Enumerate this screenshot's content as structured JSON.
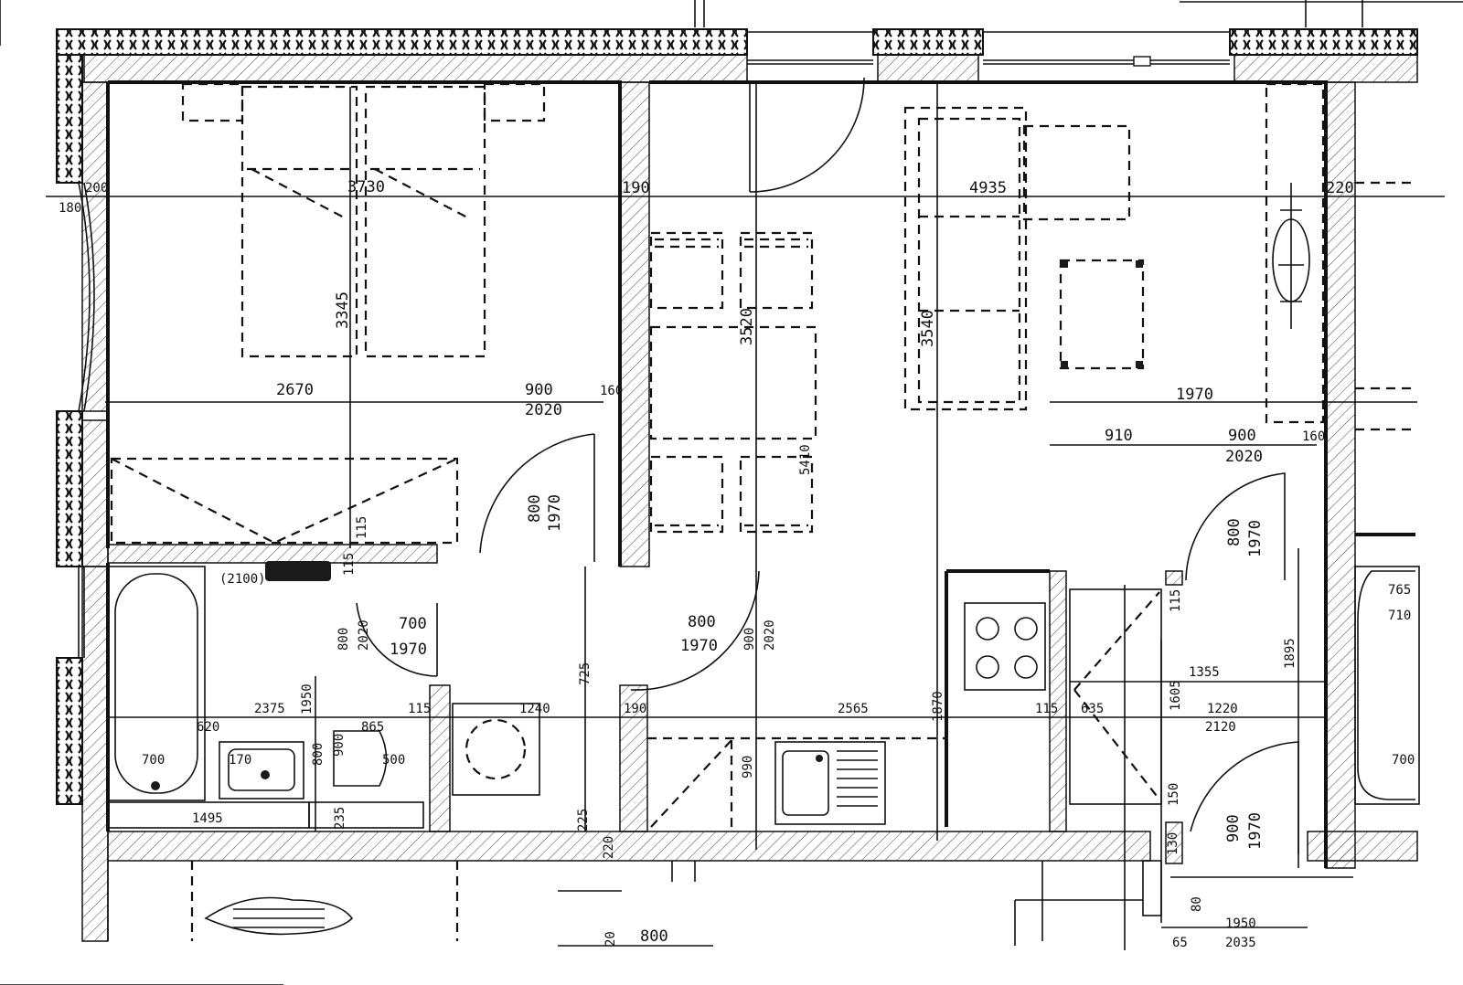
{
  "drawing": {
    "labels": {
      "d_200": "200",
      "d_180": "180",
      "d_3730": "3730",
      "d_190a": "190",
      "d_4935": "4935",
      "d_220a": "220",
      "d_3345": "3345",
      "d_3520": "3520",
      "d_3540": "3540",
      "d_2670": "2670",
      "d_900a": "900",
      "d_2020a": "2020",
      "d_160a": "160",
      "d_1970a": "1970",
      "d_910": "910",
      "d_900b": "900",
      "d_2020b": "2020",
      "d_160b": "160",
      "d_800a": "800",
      "d_1970b": "1970",
      "d_800b": "800",
      "d_1970c": "1970",
      "d_5410": "5410",
      "d_115a": "115",
      "d_2100": "(2100)",
      "d_115b": "115",
      "d_800c": "800",
      "d_2020c": "2020",
      "d_700a": "700",
      "d_1970d": "1970",
      "d_800d": "800",
      "d_1970e": "1970",
      "d_900c": "900",
      "d_2020d": "2020",
      "d_725": "725",
      "d_1870": "1870",
      "d_115c": "115",
      "d_1895": "1895",
      "d_1355": "1355",
      "d_1950": "1950",
      "d_2375": "2375",
      "d_115d": "115",
      "d_1240": "1240",
      "d_190b": "190",
      "d_2565": "2565",
      "d_115e": "115",
      "d_635": "635",
      "d_1605": "1605",
      "d_1220": "1220",
      "d_2120": "2120",
      "d_620": "620",
      "d_865": "865",
      "d_700b": "700",
      "d_170": "170",
      "d_800e": "800",
      "d_900d": "900",
      "d_500": "500",
      "d_990": "990",
      "d_1495": "1495",
      "d_235": "235",
      "d_225": "225",
      "d_150": "150",
      "d_900e": "900",
      "d_1970f": "1970",
      "d_220b": "220",
      "d_130": "130",
      "d_765": "765",
      "d_710": "710",
      "d_700c": "700",
      "d_800f": "800",
      "d_20": "20",
      "d_80": "80",
      "d_1950b": "1950",
      "d_65": "65",
      "d_2035": "2035"
    }
  }
}
